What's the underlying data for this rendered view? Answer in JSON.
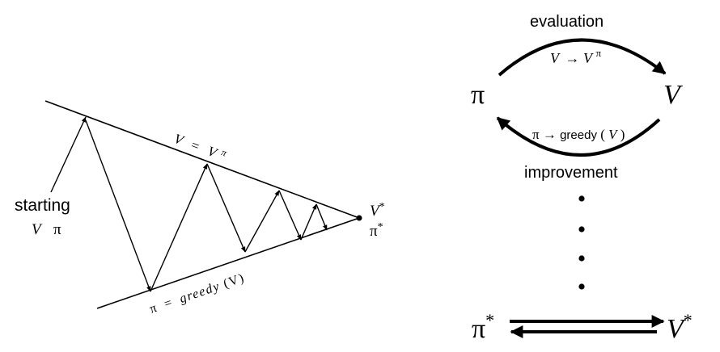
{
  "left_diagram": {
    "upper_line_label": {
      "lhs": "V",
      "eq": "=",
      "rhs": "V",
      "sup": "π"
    },
    "lower_line_label": {
      "lhs": "π",
      "eq": "=",
      "fn": "greedy",
      "arg": "(V)"
    },
    "start_label_word": "starting",
    "start_label_v": "V",
    "start_label_pi": "π",
    "converge_v": "V",
    "converge_pi": "π",
    "star": "*"
  },
  "right_diagram": {
    "pi_label": "π",
    "v_label": "V",
    "eval_word": "evaluation",
    "eval_v": "V",
    "eval_arrow": "→",
    "eval_rhs_v": "V",
    "eval_sup": "π",
    "improve_pi": "π",
    "improve_arrow": "→",
    "improve_fn": "greedy",
    "improve_arg_open": "(",
    "improve_arg": "V",
    "improve_arg_close": ")",
    "improve_word": "improvement",
    "bottom_pi": "π",
    "bottom_v": "V",
    "star": "*"
  }
}
